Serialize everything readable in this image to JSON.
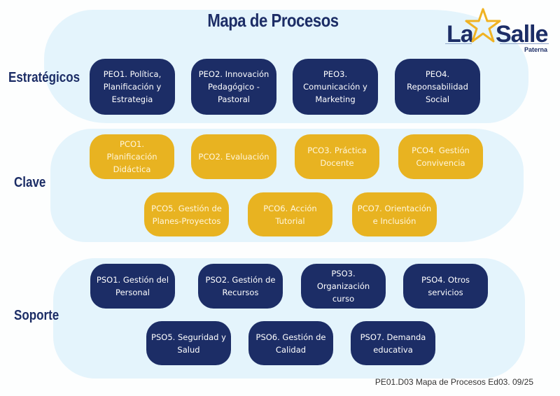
{
  "title": "Mapa de Procesos",
  "logo": {
    "left_text": "La",
    "right_text": "Salle",
    "subtitle": "Paterna",
    "star_color": "#f0b323"
  },
  "colors": {
    "navy": "#1c2d66",
    "gold": "#e8b321",
    "band": "#e4f4fc"
  },
  "rows": {
    "strategic": {
      "label": "Estratégicos",
      "processes": [
        "PEO1. Política,\nPlanificación y\nEstrategia",
        "PEO2. Innovación\nPedagógico -\nPastoral",
        "PEO3.\nComunicación y\nMarketing",
        "PEO4.\nReponsabilidad\nSocial"
      ]
    },
    "key": {
      "label": "Clave",
      "processes": [
        "PCO1. Planificación\nDidáctica",
        "PCO2. Evaluación",
        "PCO3. Práctica\nDocente",
        "PCO4. Gestión\nConvivencia",
        "PCO5. Gestión de\nPlanes-Proyectos",
        "PCO6. Acción\nTutorial",
        "PCO7. Orientación\ne Inclusión"
      ]
    },
    "support": {
      "label": "Soporte",
      "processes": [
        "PSO1. Gestión del\nPersonal",
        "PSO2. Gestión de\nRecursos",
        "PSO3.\nOrganización curso",
        "PSO4. Otros\nservicios",
        "PSO5. Seguridad y\nSalud",
        "PSO6. Gestión de\nCalidad",
        "PSO7. Demanda\neducativa"
      ]
    }
  },
  "footer": "PE01.D03 Mapa de Procesos Ed03. 09/25"
}
